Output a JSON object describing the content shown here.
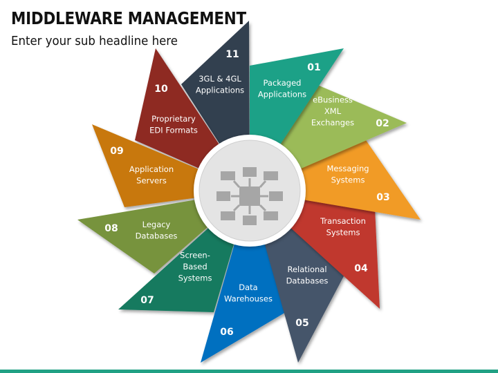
{
  "header": {
    "title": "MIDDLEWARE MANAGEMENT",
    "subtitle": "Enter your sub headline here"
  },
  "center": {
    "icon": "network-hub-icon",
    "outer_color": "#ffffff",
    "inner_color": "#e4e4e4",
    "icon_color": "#a6a6a6"
  },
  "blades": [
    {
      "num": "01",
      "label_lines": [
        "Packaged",
        "Applications"
      ],
      "color": "#1fa187"
    },
    {
      "num": "02",
      "label_lines": [
        "eBusiness",
        "XML",
        "Exchanges"
      ],
      "color": "#9bbb59"
    },
    {
      "num": "03",
      "label_lines": [
        "Messaging",
        "Systems"
      ],
      "color": "#f19b26"
    },
    {
      "num": "04",
      "label_lines": [
        "Transaction",
        "Systems"
      ],
      "color": "#c0392f"
    },
    {
      "num": "05",
      "label_lines": [
        "Relational",
        "Databases"
      ],
      "color": "#44546a"
    },
    {
      "num": "06",
      "label_lines": [
        "Data",
        "Warehouses"
      ],
      "color": "#0070c0"
    },
    {
      "num": "07",
      "label_lines": [
        "Screen-",
        "Based",
        "Systems"
      ],
      "color": "#177a5f"
    },
    {
      "num": "08",
      "label_lines": [
        "Legacy",
        "Databases"
      ],
      "color": "#77933c"
    },
    {
      "num": "09",
      "label_lines": [
        "Application",
        "Servers"
      ],
      "color": "#c8780c"
    },
    {
      "num": "10",
      "label_lines": [
        "Proprietary",
        "EDI Formats"
      ],
      "color": "#8e2a24"
    },
    {
      "num": "11",
      "label_lines": [
        "3GL & 4GL",
        "Applications"
      ],
      "color": "#333f50"
    }
  ],
  "footer": {
    "color": "#21a184"
  }
}
